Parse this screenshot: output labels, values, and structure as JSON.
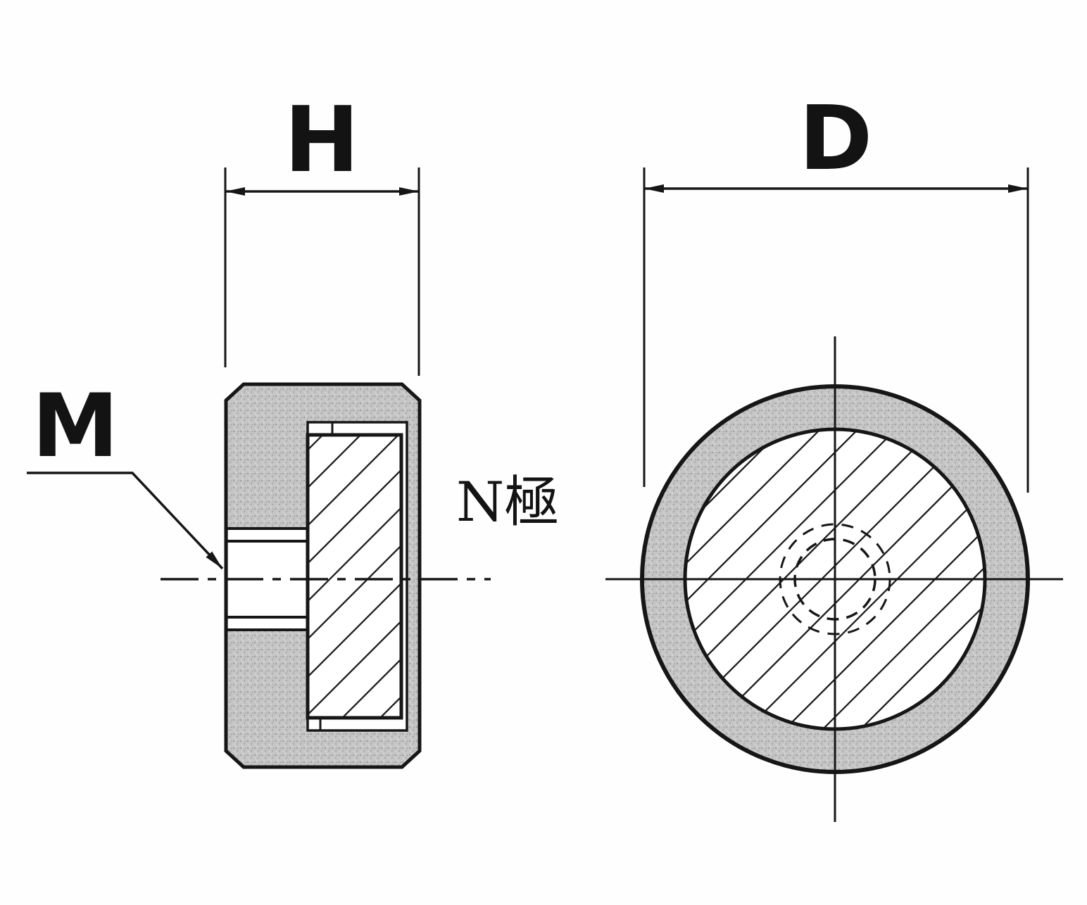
{
  "figure": {
    "type": "technical-drawing",
    "labels": {
      "height_dim": "H",
      "diameter_dim": "D",
      "thread": "M",
      "pole": "N極"
    },
    "colors": {
      "line": "#161616",
      "section_fill": "#c5c5c5",
      "hatch_bg": "#ffffff",
      "background": "#fefefe"
    }
  }
}
